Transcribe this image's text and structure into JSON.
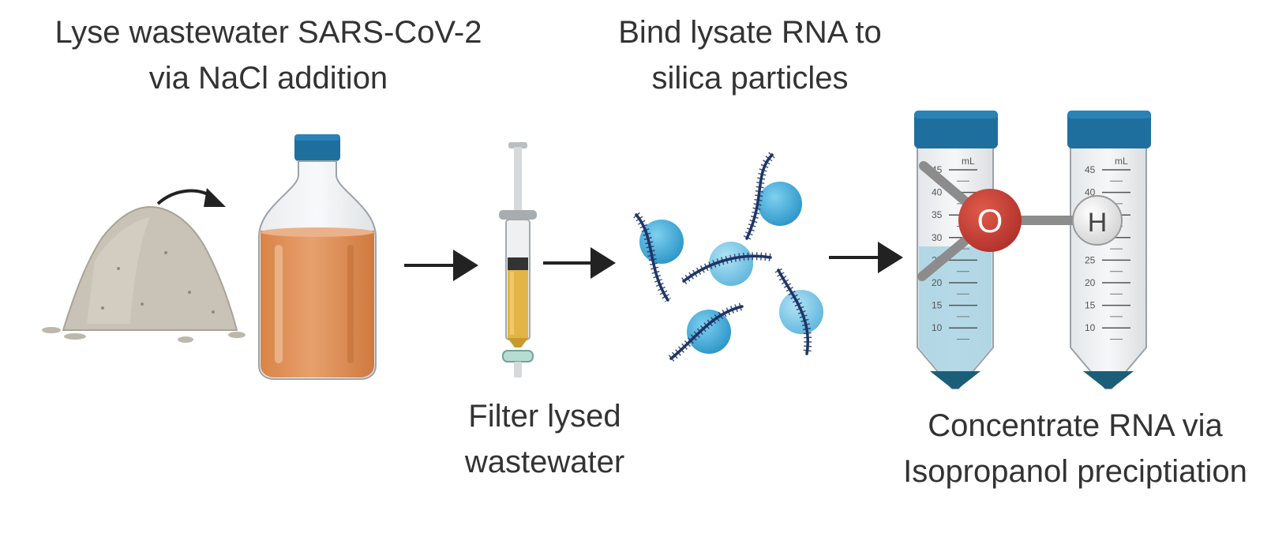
{
  "steps": {
    "lyse": {
      "line1": "Lyse wastewater SARS-CoV-2",
      "line2": "via NaCl addition"
    },
    "bind": {
      "line1": "Bind lysate RNA to",
      "line2": "silica particles"
    },
    "filter": {
      "line1": "Filter lysed",
      "line2": "wastewater"
    },
    "concentrate": {
      "line1": "Concentrate RNA via",
      "line2": "Isopropanol preciptiation"
    }
  },
  "tube": {
    "unit": "mL",
    "ticks": [
      "45",
      "40",
      "35",
      "30",
      "25",
      "20",
      "15",
      "10"
    ]
  },
  "molecule": {
    "atom_o": "O",
    "atom_h": "H"
  },
  "colors": {
    "cap_blue": "#1f6f9e",
    "liquid_orange": "#e0955e",
    "salt_gray": "#c9c4b8",
    "filtrate_yellow": "#e2b545",
    "bead_blue": "#3aa8d8",
    "rna_navy": "#1f3566",
    "oxygen_red": "#c0392b",
    "hydrogen_gray": "#e6e6e6",
    "tube_liquid": "#a9d3e3"
  }
}
